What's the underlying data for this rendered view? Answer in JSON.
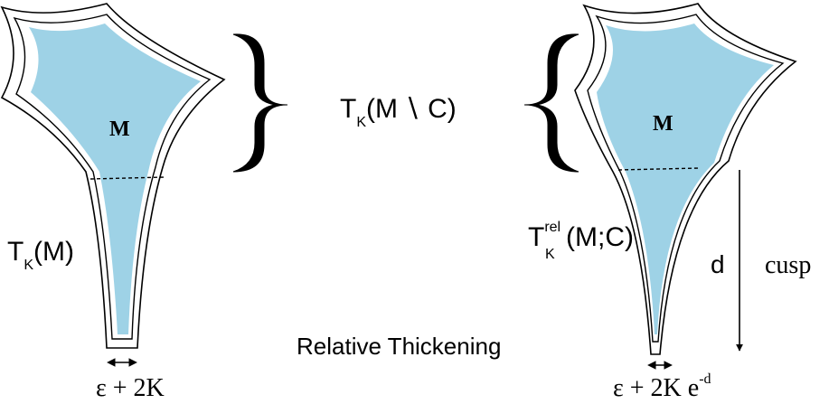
{
  "left_figure": {
    "region_label": "M",
    "thickening_label": {
      "base": "T",
      "sub": "K",
      "arg": "(M)"
    },
    "width_label": "ε + 2K"
  },
  "center": {
    "label": {
      "base": "T",
      "sub": "K",
      "arg": "(M",
      "setminus": "∖",
      "arg2": "C)"
    },
    "caption": "Relative Thickening"
  },
  "right_figure": {
    "region_label": "M",
    "thickening_label": {
      "base": "T",
      "sup": "rel",
      "sub": "K",
      "arg": "(M;C)"
    },
    "width_label": "ε + 2K e",
    "width_label_sup": "-d",
    "depth_label": "d",
    "cusp_label": "cusp"
  },
  "colors": {
    "fill": "#9ed2e6",
    "ink": "#000000"
  }
}
